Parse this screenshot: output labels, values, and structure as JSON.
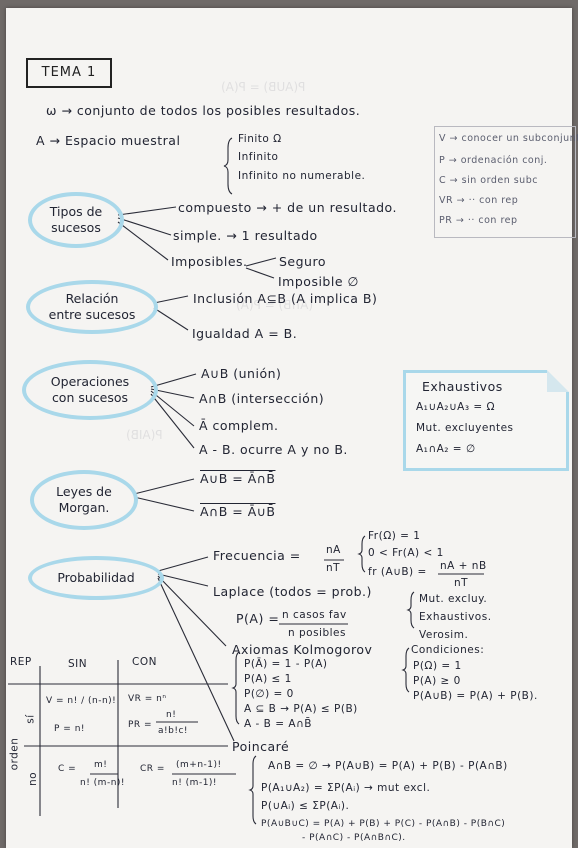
{
  "title": "TEMA 1",
  "omega_line": "ω → conjunto de todos los posibles resultados.",
  "espacio": {
    "label": "A → Espacio muestral",
    "options": [
      "Finito Ω",
      "Infinito",
      "Infinito no numerable."
    ]
  },
  "legend": [
    "V → conocer un subconjunto",
    "P → ordenación conj.",
    "C → sin orden subc",
    "VR → ·· con rep",
    "PR → ·· con rep"
  ],
  "tipos": {
    "bubble": [
      "Tipos de",
      "sucesos"
    ],
    "compuesto": "compuesto → + de un resultado.",
    "simple": "simple. → 1 resultado",
    "imposible_label": "Imposibles.",
    "seguro": "Seguro",
    "imposible": "Imposible ∅"
  },
  "relacion": {
    "bubble": [
      "Relación",
      "entre sucesos"
    ],
    "inclusion": "Inclusión A⊆B (A implica B)",
    "igualdad": "Igualdad A = B."
  },
  "operaciones": {
    "bubble": [
      "Operaciones",
      "con sucesos"
    ],
    "items": [
      "A∪B (unión)",
      "A∩B (intersección)",
      "Ā complem.",
      "A - B. ocurre A y no B."
    ]
  },
  "exhaustivos": {
    "title": "Exhaustivos",
    "eq": "A₁∪A₂∪A₃ = Ω",
    "mut": "Mut. excluyentes",
    "eq2": "A₁∩A₂ = ∅"
  },
  "morgan": {
    "bubble": [
      "Leyes de",
      "Morgan."
    ],
    "eq1": "A∪B = Ā∩B̄",
    "eq2": "A∩B = Ā∪B̄"
  },
  "probabilidad": {
    "bubble": "Probabilidad",
    "frecuencia_label": "Frecuencia =",
    "frac_num": "nA",
    "frac_den": "nT",
    "fr_items": [
      "Fr(Ω) = 1",
      "0 < Fr(A) < 1",
      "fr (A∪B) ="
    ],
    "fr_num": "nA + nB",
    "fr_den": "nT",
    "laplace": "Laplace (todos = prob.)",
    "pa_label": "P(A) =",
    "pa_num": "n casos fav",
    "pa_den": "n posibles",
    "laplace_conds": [
      "Mut. excluy.",
      "Exhaustivos.",
      "Verosim."
    ],
    "axiomas_title": "Axiomas Kolmogorov",
    "axiomas": [
      "P(Ā) = 1 - P(A)",
      "P(A) ≤ 1",
      "P(∅) = 0",
      "A ⊆ B → P(A) ≤ P(B)",
      "A - B = A∩B̄"
    ],
    "cond_title": "Condiciones:",
    "conds": [
      "P(Ω) = 1",
      "P(A) ≥ 0",
      "P(A∪B) = P(A) + P(B)."
    ],
    "poincare_title": "Poincaré",
    "poincare": [
      "A∩B = ∅ → P(A∪B) = P(A) + P(B) - P(A∩B)",
      "P(A₁∪A₂) = ΣP(Aᵢ) → mut excl.",
      "P(∪Aᵢ) ≤ ΣP(Aᵢ).",
      "P(A∪B∪C) = P(A) + P(B) + P(C) - P(A∩B) - P(B∩C)",
      "- P(A∩C) - P(A∩B∩C)."
    ]
  },
  "table": {
    "rep": "REP",
    "sin": "SIN",
    "con": "CON",
    "orden": "orden",
    "si": "sí",
    "no": "no",
    "v": "V = n! / (n-n)!",
    "p": "P = n!",
    "vr": "VR = nⁿ",
    "pr_label": "PR =",
    "pr_num": "n!",
    "pr_den": "a!b!c!",
    "c_label": "C =",
    "c_num": "m!",
    "c_den": "n! (m-n)!",
    "cr_label": "CR =",
    "cr_num": "(m+n-1)!",
    "cr_den": "n! (m-1)!"
  }
}
